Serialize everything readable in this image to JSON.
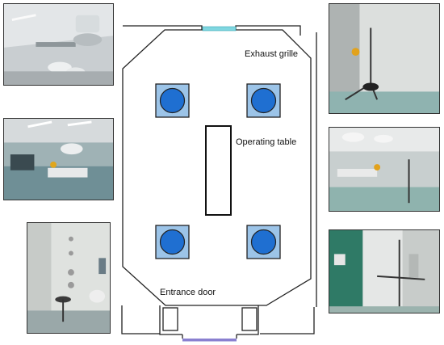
{
  "labels": {
    "exhaust": "Exhaust grille",
    "table": "Operating table",
    "entrance": "Entrance door"
  },
  "colors": {
    "diffuser_fill": "#1f6fd1",
    "diffuser_frame": "#9cc4e8",
    "exhaust_grille": "#7fd6e0",
    "door": "#8a80d0",
    "wall": "#222222"
  },
  "photos": [
    {
      "id": "ceiling-lights",
      "subject": "operating lamps on ceiling"
    },
    {
      "id": "or-overview",
      "subject": "operating room with table"
    },
    {
      "id": "wall-sensor-stand",
      "subject": "wall outlets and sensor stand"
    },
    {
      "id": "corner-anemometer",
      "subject": "tripod sensor in corner"
    },
    {
      "id": "table-measurement",
      "subject": "measurement near operating table"
    },
    {
      "id": "doorway-measurement",
      "subject": "probe stand at door"
    }
  ]
}
